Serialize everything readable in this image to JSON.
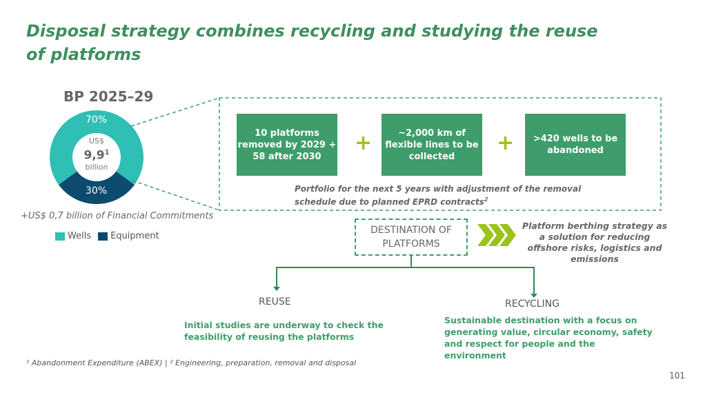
{
  "title": "Disposal strategy combines recycling and studying the reuse of platforms",
  "chart_data": {
    "type": "pie",
    "title": "BP 2025–29",
    "center_label": {
      "currency": "US$",
      "value": "9,9",
      "sup": "1",
      "unit": "billion"
    },
    "categories": [
      "Wells",
      "Equipment"
    ],
    "values": [
      70,
      30
    ],
    "labels": [
      "70%",
      "30%"
    ],
    "colors": [
      "#2fbfb4",
      "#0c4a6e"
    ]
  },
  "financial_commitments": "+US$ 0,7 billion of Financial Commitments",
  "boxes": [
    "10 platforms removed by 2029 + 58 after 2030",
    "~2,000 km of flexible lines to be collected",
    ">420 wells to be abandoned"
  ],
  "plus": "+",
  "portfolio": "Portfolio for the next 5 years with adjustment of the removal schedule due to planned EPRD contracts",
  "portfolio_sup": "2",
  "destination": "DESTINATION OF PLATFORMS",
  "berthing": "Platform berthing strategy as a solution for reducing offshore risks, logistics and emissions",
  "reuse": {
    "heading": "REUSE",
    "text": "Initial studies are underway to check the feasibility of reusing the platforms"
  },
  "recycling": {
    "heading": "RECYCLING",
    "text": "Sustainable destination with a focus on generating value, circular economy, safety and respect for people and the environment"
  },
  "footnote": "¹ Abandonment Expenditure (ABEX) | ² Engineering, preparation, removal and disposal",
  "page_number": "101"
}
